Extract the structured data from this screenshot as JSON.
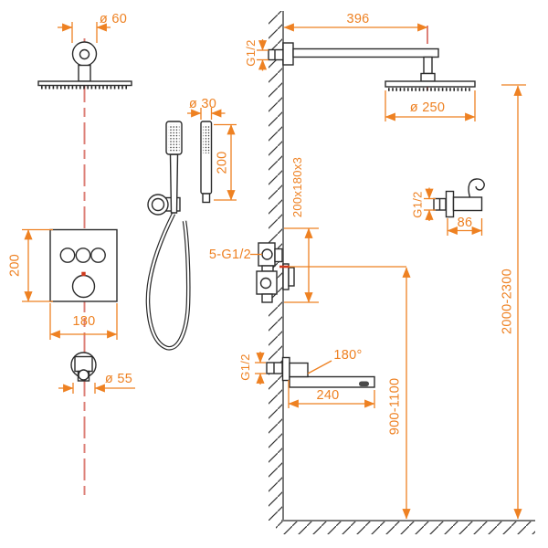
{
  "drawing": {
    "type": "shower-system-installation-diagram",
    "colors": {
      "dimension": "#ee8122",
      "centerline": "#dd8078",
      "outline": "#2b2b2b",
      "wall_floor": "#7a7a7a",
      "indicator_red": "#cf3a1e"
    },
    "labels": {
      "ceiling_flange_dia": "ø 60",
      "arm_length": "396",
      "arm_thread": "G1/2",
      "rain_head_dia": "ø 250",
      "hand_shower_dia": "ø 30",
      "hand_shower_len": "200",
      "panel_height": "200",
      "panel_width": "180",
      "outlet_dia": "ø 55",
      "box_size": "200x180x3",
      "valve_connections": "5-G1/2",
      "holder_thread": "G1/2",
      "holder_len": "86",
      "spout_swivel": "180°",
      "spout_len": "240",
      "spout_thread": "G1/2",
      "spout_height_range": "900-1100",
      "head_height_range": "2000-2300"
    }
  }
}
